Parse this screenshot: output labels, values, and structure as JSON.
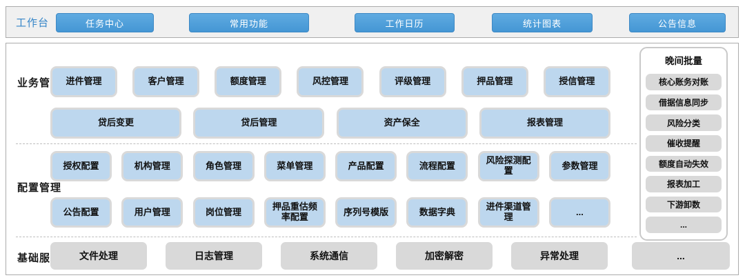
{
  "colors": {
    "accent_blue": "#4CA0DC",
    "light_blue": "#BDD7EE",
    "button_gray": "#D9D9D9",
    "band_bg": "#F0F0F0",
    "border_gray": "#ABABAB",
    "workbench_text": "#3585C8"
  },
  "workbench": {
    "label": "工作台",
    "buttons": [
      "任务中心",
      "常用功能",
      "工作日历",
      "统计图表",
      "公告信息"
    ]
  },
  "business": {
    "label": "业务管理",
    "row1": [
      "进件管理",
      "客户管理",
      "额度管理",
      "风控管理",
      "评级管理",
      "押品管理",
      "授信管理"
    ],
    "row2": [
      "贷后变更",
      "贷后管理",
      "资产保全",
      "报表管理"
    ]
  },
  "config": {
    "label": "配置管理",
    "row1": [
      "授权配置",
      "机构管理",
      "角色管理",
      "菜单管理",
      "产品配置",
      "流程配置",
      "风险探测配置",
      "参数管理"
    ],
    "row2": [
      "公告配置",
      "用户管理",
      "岗位管理",
      "押品重估频率配置",
      "序列号模版",
      "数据字典",
      "进件渠道管理",
      "..."
    ]
  },
  "base": {
    "label": "基础服务",
    "items": [
      "文件处理",
      "日志管理",
      "系统通信",
      "加密解密",
      "异常处理",
      "..."
    ]
  },
  "night_batch": {
    "title": "晚间批量",
    "items": [
      "核心账务对账",
      "借据信息同步",
      "风险分类",
      "催收提醒",
      "额度自动失效",
      "报表加工",
      "下游卸数",
      "..."
    ]
  }
}
